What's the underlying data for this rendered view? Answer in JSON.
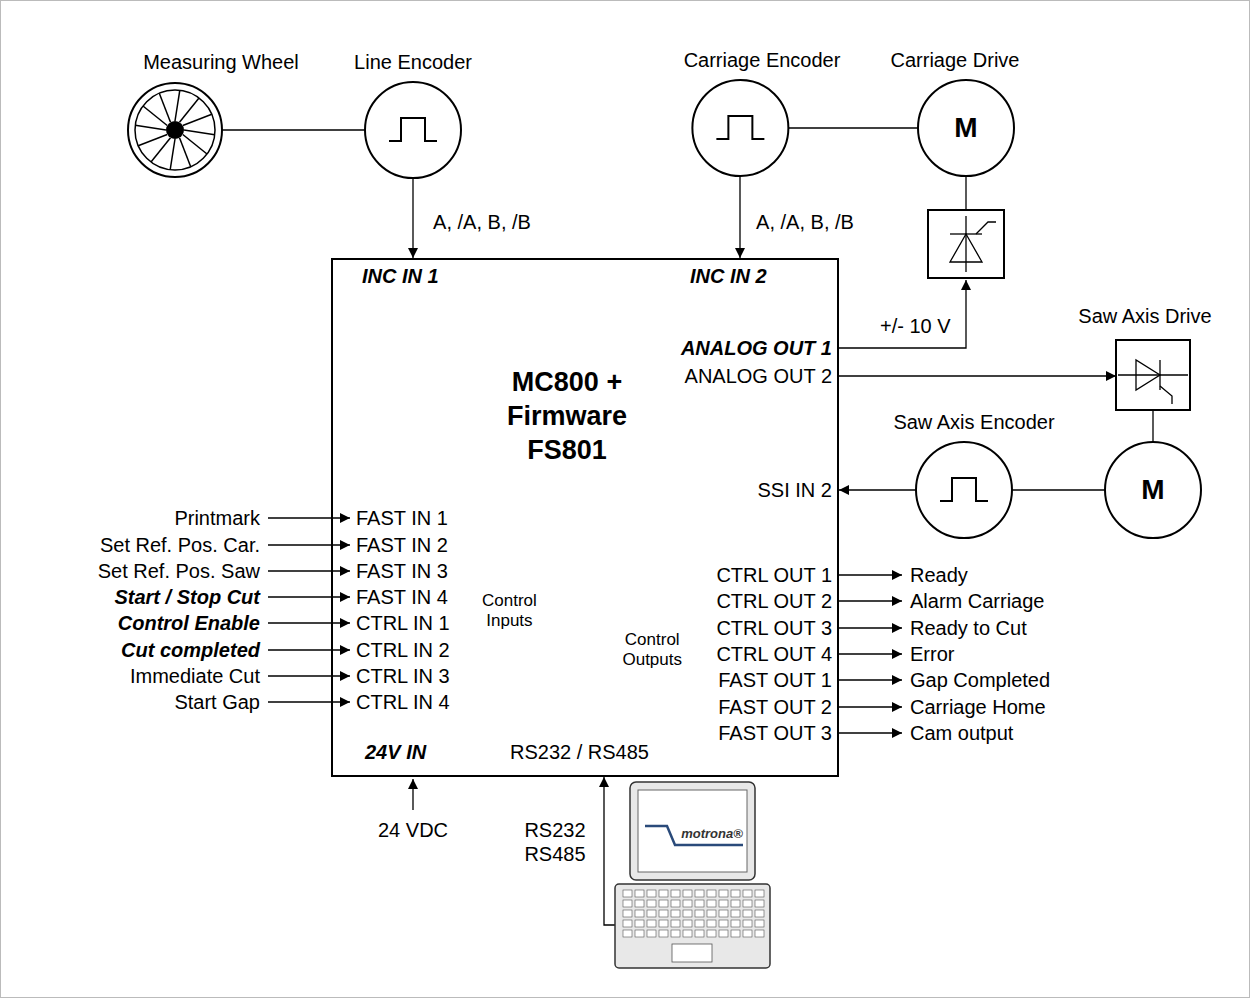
{
  "diagram": {
    "nodes": [
      {
        "text": [
          "Measuring Wheel"
        ]
      },
      {
        "text": [
          "Line Encoder"
        ]
      },
      {
        "text": [
          "Carriage Encoder"
        ]
      },
      {
        "text": [
          "Carriage Drive",
          "M"
        ]
      },
      {
        "text": [
          "MC800 + Firmware FS801"
        ]
      },
      {
        "text": [
          "Saw Axis Drive"
        ]
      },
      {
        "text": [
          "Saw Axis Encoder"
        ]
      },
      {
        "text": [
          "M"
        ]
      },
      {
        "text": [
          "motrona®"
        ]
      }
    ],
    "edges": [
      {
        "from": 0,
        "to": 1,
        "arrow": "none"
      },
      {
        "from": 1,
        "to": 4,
        "label": "A, /A, B, /B",
        "arrow": "to"
      },
      {
        "from": 2,
        "to": 3,
        "arrow": "none"
      },
      {
        "from": 2,
        "to": 4,
        "label": "A, /A, B, /B",
        "arrow": "to"
      },
      {
        "from": 4,
        "to": 5,
        "arrow": "to"
      },
      {
        "from": 5,
        "to": 7,
        "arrow": "none"
      },
      {
        "from": 7,
        "to": 6,
        "arrow": "none"
      },
      {
        "from": 6,
        "to": 4,
        "arrow": "to"
      },
      {
        "from": 8,
        "to": 4,
        "label": "RS232 RS485",
        "arrow": "to"
      }
    ],
    "labels": [
      "+/- 10 V",
      "INC IN 1",
      "INC IN 2",
      "ANALOG OUT 1",
      "ANALOG OUT 2",
      "SSI IN 2",
      "FAST IN 1",
      "FAST IN 2",
      "FAST IN 3",
      "FAST IN 4",
      "CTRL IN 1",
      "CTRL IN 2",
      "CTRL IN 3",
      "CTRL IN 4",
      "Control Inputs",
      "Control Outputs",
      "CTRL OUT 1",
      "CTRL OUT 2",
      "CTRL OUT 3",
      "CTRL OUT 4",
      "FAST OUT 1",
      "FAST OUT 2",
      "FAST OUT 3",
      "24V IN",
      "RS232 / RS485",
      "Printmark",
      "Set Ref. Pos. Car.",
      "Set Ref. Pos. Saw",
      "Start / Stop Cut",
      "Control Enable",
      "Cut completed",
      "Immediate Cut",
      "Start Gap",
      "Ready",
      "Alarm Carriage",
      "Ready to Cut",
      "Error",
      "Gap Completed",
      "Carriage Home",
      "Cam output",
      "24 VDC"
    ]
  }
}
